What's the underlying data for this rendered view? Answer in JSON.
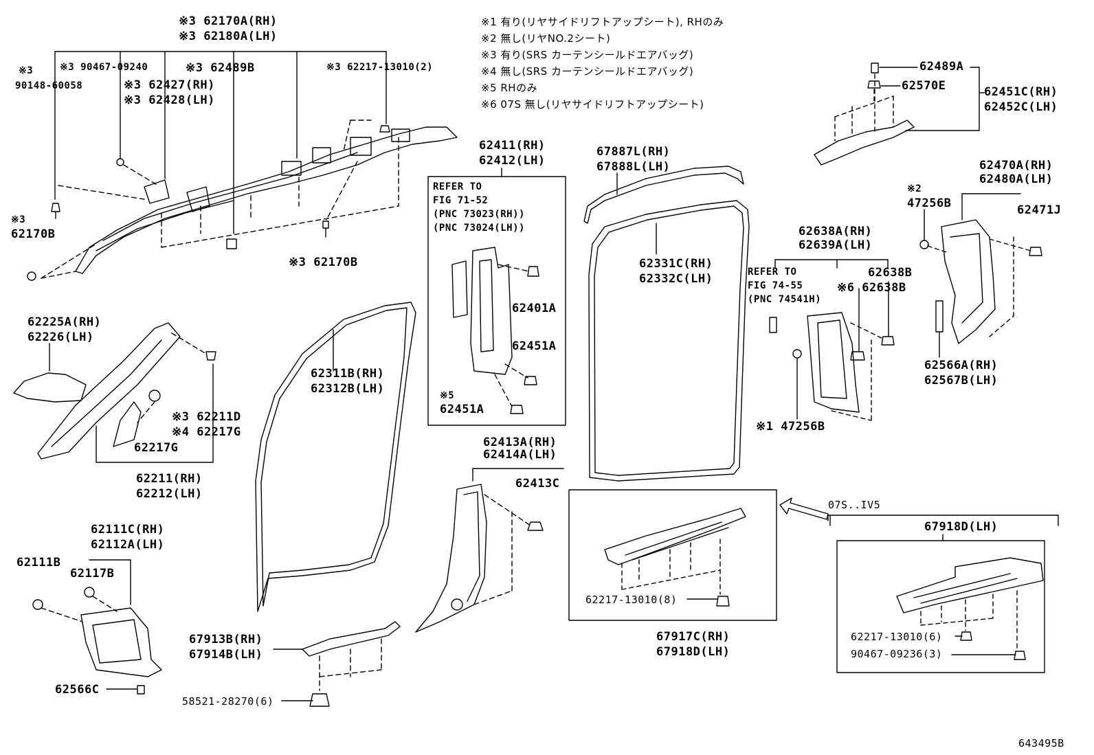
{
  "notes": [
    "※1 有り(リヤサイドリフトアップシート), RHのみ",
    "※2 無し(リヤNO.2シート)",
    "※3 有り(SRS カーテンシールドエアバッグ)",
    "※4 無し(SRS カーテンシールドエアバッグ)",
    "※5 RHのみ",
    "※6 07S 無し(リヤサイドリフトアップシート)"
  ],
  "labels": {
    "p62170A": "※3 62170A(RH)",
    "p62180A": "※3 62180A(LH)",
    "p90467_09240": "※3 90467-09240",
    "p90148_m": "※3",
    "p90148": "90148-60058",
    "p62427": "※3 62427(RH)",
    "p62428": "※3 62428(LH)",
    "p62489B": "※3 62489B",
    "p62217_13010_2": "※3 62217-13010(2)",
    "p62170B_L_m": "※3",
    "p62170B_L": "62170B",
    "p62170B_R": "※3 62170B",
    "p62411": "62411(RH)",
    "p62412": "62412(LH)",
    "p62401A": "62401A",
    "p62451A_1": "62451A",
    "p62451A_m": "※5",
    "p62451A_2": "62451A",
    "p67887L": "67887L(RH)",
    "p67888L": "67888L(LH)",
    "p62331C": "62331C(RH)",
    "p62332C": "62332C(LH)",
    "p62489A": "62489A",
    "p62570E": "62570E",
    "p62451C": "62451C(RH)",
    "p62452C": "62452C(LH)",
    "p62470A": "62470A(RH)",
    "p62480A": "62480A(LH)",
    "p47256B_top_m": "※2",
    "p47256B_top": "47256B",
    "p62471J": "62471J",
    "p62638A": "62638A(RH)",
    "p62639A": "62639A(LH)",
    "p62638B_1": "62638B",
    "p62638B_2": "※6 62638B",
    "p62566A": "62566A(RH)",
    "p62567B": "62567B(LH)",
    "p47256B_bot": "※1 47256B",
    "p62225A": "62225A(RH)",
    "p62226": "62226(LH)",
    "p62211D": "※3 62211D",
    "p62217G_a": "※4 62217G",
    "p62217G_b": "62217G",
    "p62211": "62211(RH)",
    "p62212": "62212(LH)",
    "p62311B": "62311B(RH)",
    "p62312B": "62312B(LH)",
    "p62413A": "62413A(RH)",
    "p62414A": "62414A(LH)",
    "p62413C": "62413C",
    "p62111C": "62111C(RH)",
    "p62112A": "62112A(LH)",
    "p62111B": "62111B",
    "p62117B": "62117B",
    "p62566C": "62566C",
    "p67913B": "67913B(RH)",
    "p67914B": "67914B(LH)",
    "p58521": "58521-28270(6)",
    "p62217_13010_8": "62217-13010(8)",
    "p67917C": "67917C(RH)",
    "p67918D_a": "67918D(LH)",
    "p67918D_b": "67918D(LH)",
    "p62217_13010_6": "62217-13010(6)",
    "p90467_09236": "90467-09236(3)",
    "code07S": "07S..IV5",
    "diagram_id": "643495B"
  },
  "refs": {
    "ref1": [
      "REFER TO",
      "FIG 71-52",
      " (PNC 73023(RH))",
      " (PNC 73024(LH))"
    ],
    "ref2": [
      "REFER TO",
      "FIG 74-55",
      " (PNC 74541H)"
    ]
  }
}
